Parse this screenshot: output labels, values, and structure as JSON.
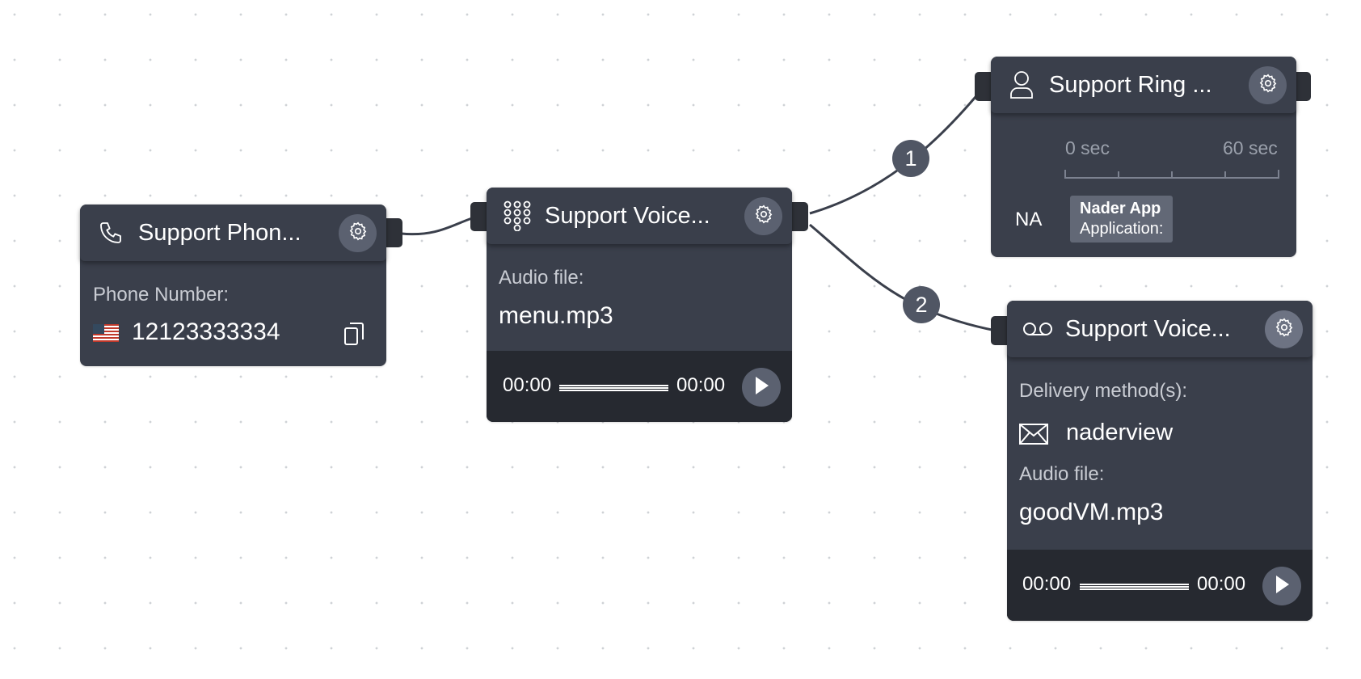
{
  "nodes": {
    "phone": {
      "title": "Support Phon...",
      "phone_label": "Phone Number:",
      "phone_number": "12123333334",
      "header_icon": "phone-icon",
      "flag_icon": "us-flag-icon",
      "copy_icon": "copy-icon"
    },
    "menu": {
      "title": "Support Voice...",
      "header_icon": "keypad-icon",
      "audio_label": "Audio file:",
      "audio_file": "menu.mp3",
      "time_current": "00:00",
      "time_total": "00:00"
    },
    "ring": {
      "title": "Support Ring ...",
      "header_icon": "user-icon",
      "timeline_start": "0 sec",
      "timeline_end": "60 sec",
      "member": "NA",
      "app_name": "Nader App",
      "app_type": "Application:"
    },
    "voicemail": {
      "title": "Support Voice...",
      "header_icon": "voicemail-icon",
      "delivery_label": "Delivery method(s):",
      "delivery_value": "naderview",
      "delivery_icon": "envelope-icon",
      "audio_label": "Audio file:",
      "audio_file": "goodVM.mp3",
      "time_current": "00:00",
      "time_total": "00:00"
    }
  },
  "branches": [
    "1",
    "2"
  ],
  "colors": {
    "node_bg": "#3a3f4b",
    "player_bg": "#262930",
    "wire": "#3a3f4b",
    "badge_bg": "#505664"
  }
}
